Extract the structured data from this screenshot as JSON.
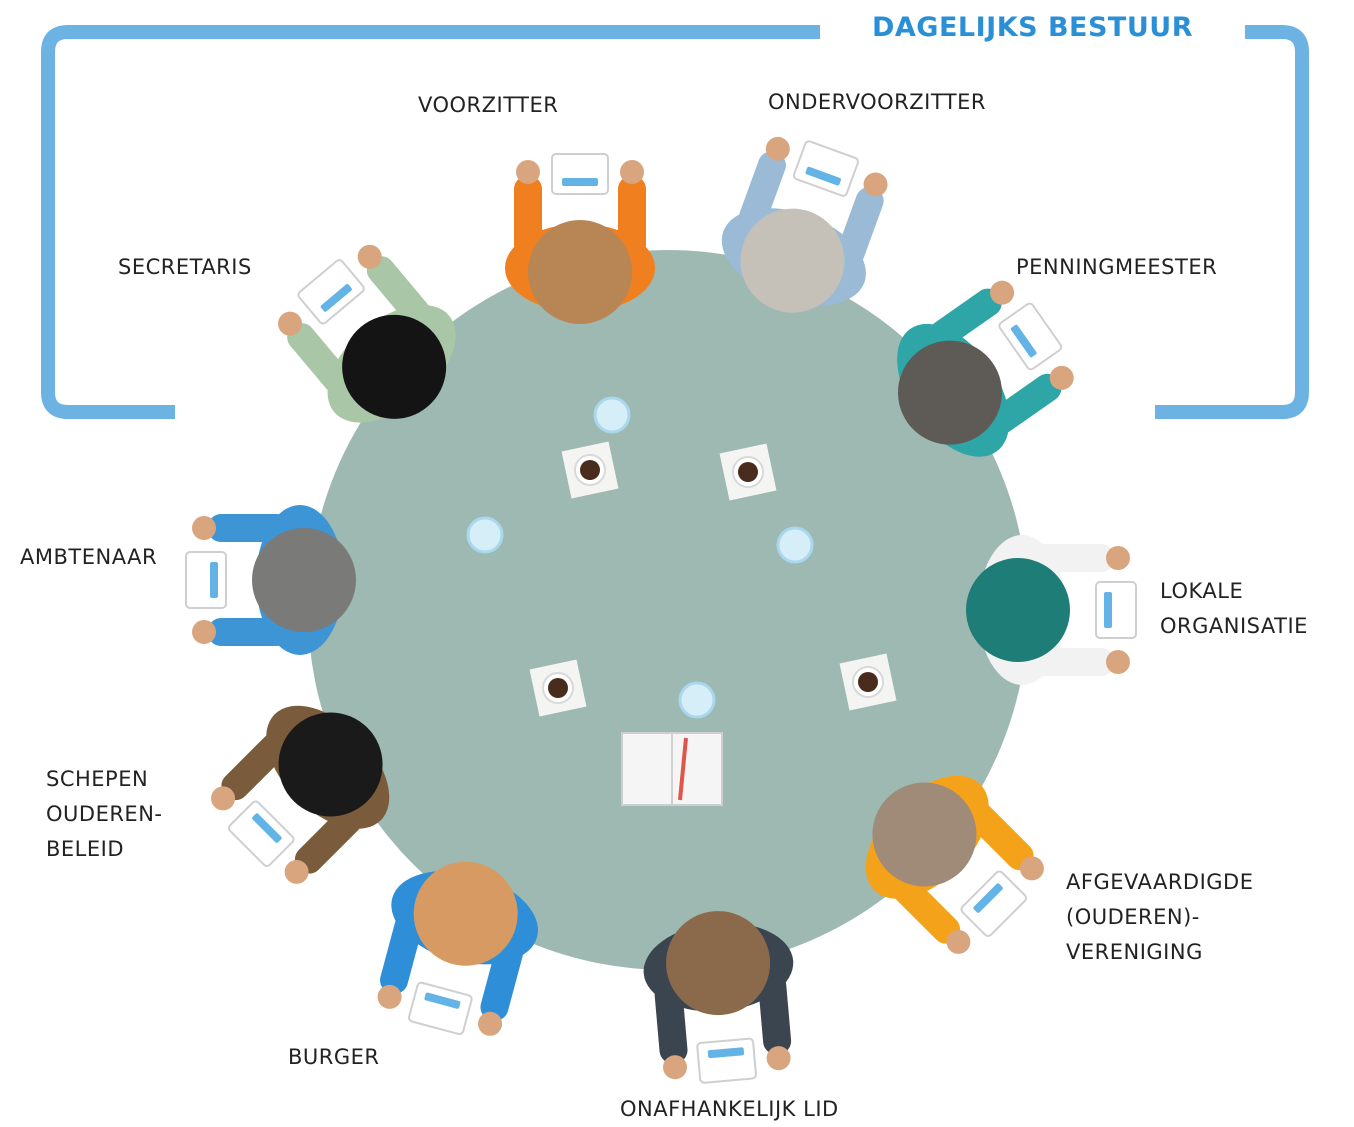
{
  "bracket": {
    "title": "DAGELIJKS BESTUUR",
    "color": "#6cb3e3",
    "title_color": "#2b8fd6"
  },
  "colors": {
    "table": "#9db9b2",
    "label_text": "#222222"
  },
  "roles": {
    "voorzitter": "VOORZITTER",
    "ondervoorzitter": "ONDERVOORZITTER",
    "secretaris": "SECRETARIS",
    "penningmeester": "PENNINGMEESTER",
    "ambtenaar": "AMBTENAAR",
    "lokale_organisatie": "LOKALE\nORGANISATIE",
    "schepen": "SCHEPEN\nOUDEREN-\nBELEID",
    "afgevaardigde": "AFGEVAARDIGDE\n(OUDEREN)-\nVERENIGING",
    "burger": "BURGER",
    "onafhankelijk_lid": "ONAFHANKELIJK LID"
  },
  "people": [
    {
      "role": "voorzitter",
      "shirt": "#f07f1f",
      "hair": "#b88555"
    },
    {
      "role": "ondervoorzitter",
      "shirt": "#9bbad6",
      "hair": "#c5c0b8"
    },
    {
      "role": "secretaris",
      "shirt": "#a9c6a6",
      "hair": "#141414"
    },
    {
      "role": "penningmeester",
      "shirt": "#2ea6a7",
      "hair": "#5e5a55"
    },
    {
      "role": "ambtenaar",
      "shirt": "#3d95d6",
      "hair": "#7a7a78"
    },
    {
      "role": "lokale_organisatie",
      "shirt": "#f2f2f2",
      "hair": "#1f7d78"
    },
    {
      "role": "schepen",
      "shirt": "#7a5c3c",
      "hair": "#1a1a1a"
    },
    {
      "role": "afgevaardigde",
      "shirt": "#f5a21b",
      "hair": "#a08a78"
    },
    {
      "role": "burger",
      "shirt": "#2f8ed8",
      "hair": "#d79a62"
    },
    {
      "role": "onafhankelijk_lid",
      "shirt": "#3b4550",
      "hair": "#8a6a4a"
    }
  ]
}
